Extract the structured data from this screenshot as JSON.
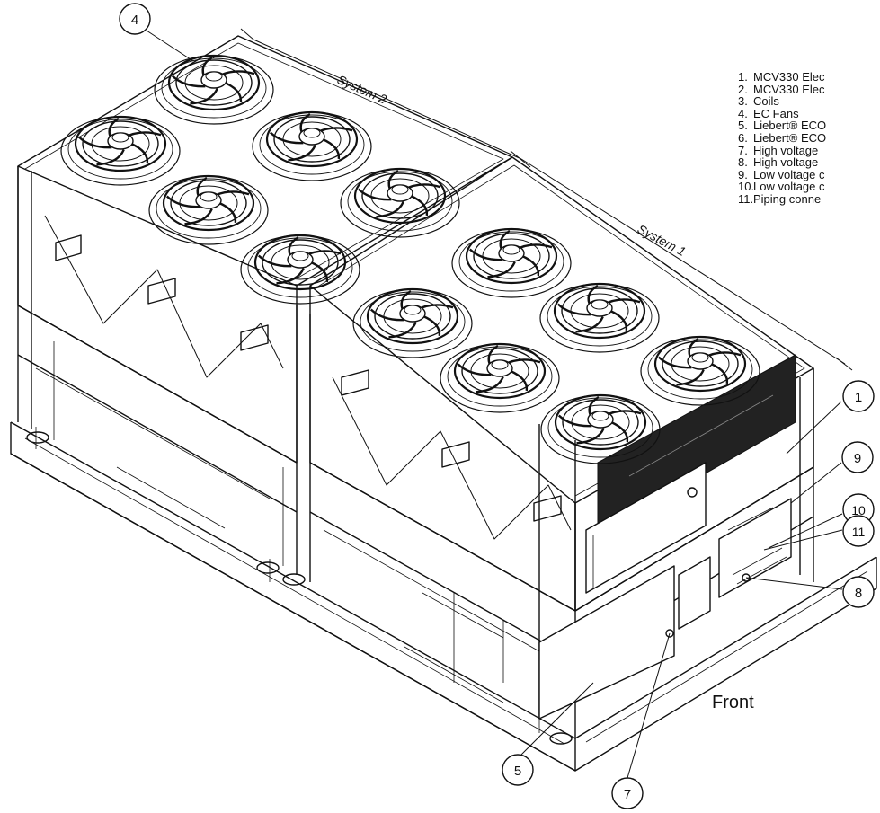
{
  "legend": [
    {
      "num": "1.",
      "text": "MCV330 Elec"
    },
    {
      "num": "2.",
      "text": "MCV330 Elec"
    },
    {
      "num": "3.",
      "text": "Coils"
    },
    {
      "num": "4.",
      "text": "EC Fans"
    },
    {
      "num": "5.",
      "text": "Liebert® ECO"
    },
    {
      "num": "6.",
      "text": "Liebert® ECO"
    },
    {
      "num": "7.",
      "text": "High voltage"
    },
    {
      "num": "8.",
      "text": "High voltage"
    },
    {
      "num": "9.",
      "text": "Low voltage c"
    },
    {
      "num": "10.",
      "text": "Low voltage c"
    },
    {
      "num": "11.",
      "text": "Piping conne"
    }
  ],
  "labels": {
    "system2": "System 2",
    "system1": "System 1",
    "front": "Front"
  },
  "callouts": [
    "4",
    "1",
    "9",
    "10",
    "11",
    "8",
    "5",
    "7"
  ]
}
